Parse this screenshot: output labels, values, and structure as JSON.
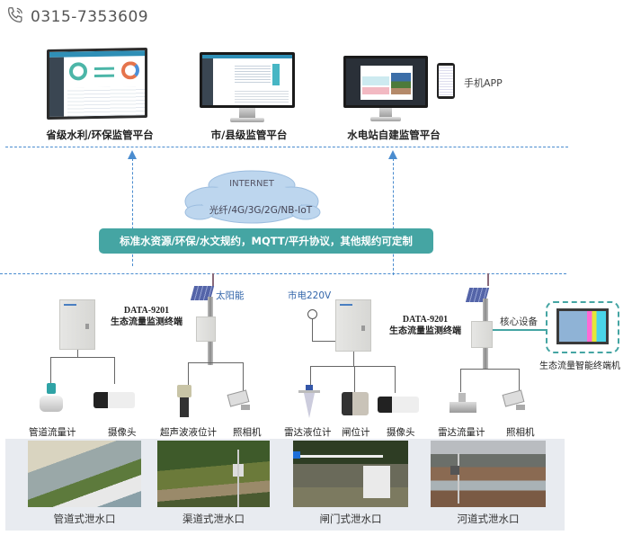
{
  "header": {
    "phone_icon": "phone-icon",
    "phone_number": "0315-7353609"
  },
  "platforms": [
    {
      "label": "省级水利/环保监管平台",
      "device": "monitor"
    },
    {
      "label": "市/县级监管平台",
      "device": "monitor"
    },
    {
      "label": "水电站自建监管平台",
      "device": "monitor"
    },
    {
      "label": "手机APP",
      "device": "phone"
    }
  ],
  "network": {
    "cloud_title": "INTERNET",
    "cloud_subtitle": "光纤/4G/3G/2G/NB-IoT",
    "protocol_banner": "标准水资源/环保/水文规约，MQTT/平升协议，其他规约可定制"
  },
  "terminals": {
    "left_terminal": {
      "model": "DATA-9201",
      "name": "生态流量监测终端"
    },
    "right_terminal": {
      "model": "DATA-9201",
      "name": "生态流量监测终端"
    },
    "power_solar": "太阳能",
    "power_mains": "市电220V",
    "core_device": "核心设备",
    "smart_terminal": "生态流量智能终端机"
  },
  "devices": [
    {
      "label": "管道流量计",
      "icon": "pipe-flowmeter-icon"
    },
    {
      "label": "摄像头",
      "icon": "camera-icon"
    },
    {
      "label": "超声波液位计",
      "icon": "ultrasonic-level-meter-icon"
    },
    {
      "label": "照相机",
      "icon": "camera-icon"
    },
    {
      "label": "雷达液位计",
      "icon": "radar-level-meter-icon"
    },
    {
      "label": "闸位计",
      "icon": "gate-position-meter-icon"
    },
    {
      "label": "摄像头",
      "icon": "camera-icon"
    },
    {
      "label": "雷达流量计",
      "icon": "radar-flowmeter-icon"
    },
    {
      "label": "照相机",
      "icon": "camera-icon"
    }
  ],
  "outlets": [
    {
      "label": "管道式泄水口"
    },
    {
      "label": "渠道式泄水口"
    },
    {
      "label": "闸门式泄水口"
    },
    {
      "label": "河道式泄水口"
    }
  ],
  "colors": {
    "banner": "#45a5a3",
    "dash_line": "#4a8ccf",
    "core_dash": "#45a5a3",
    "photo_panel": "#e8ebf0"
  }
}
